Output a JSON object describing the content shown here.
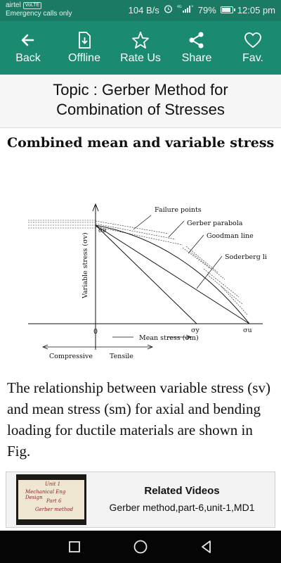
{
  "status_bar": {
    "carrier": "airtel",
    "volte": "VoLTE",
    "emergency": "Emergency calls only",
    "speed": "104 B/s",
    "signal_label": "4G",
    "battery": "79%",
    "battery_level": 0.79,
    "time": "12:05 pm"
  },
  "toolbar": {
    "items": [
      {
        "label": "Back",
        "icon": "arrow-left-icon"
      },
      {
        "label": "Offline",
        "icon": "download-file-icon"
      },
      {
        "label": "Rate Us",
        "icon": "star-icon"
      },
      {
        "label": "Share",
        "icon": "share-icon"
      },
      {
        "label": "Fav.",
        "icon": "heart-icon"
      }
    ]
  },
  "topic": {
    "line1": "Topic : Gerber Method for",
    "line2": "Combination of Stresses"
  },
  "section_title": "Combined mean and variable stress",
  "figure": {
    "labels": {
      "failure_points": "Failure points",
      "gerber": "Gerber parabola",
      "goodman": "Goodman line",
      "soderberg": "Soderberg line",
      "y_axis": "Variable stress (σv)",
      "x_axis": "Mean stress (σm)",
      "origin": "0",
      "sigma_e": "σe",
      "sigma_y": "σy",
      "sigma_u": "σu",
      "compressive": "Compressive",
      "tensile": "Tensile"
    }
  },
  "body_text": "The relationship between variable stress (sv) and mean stress (sm) for axial and bending loading for ductile materials are shown in Fig.",
  "related": {
    "title": "Related Videos",
    "subtitle": "Gerber method,part-6,unit-1,MD1",
    "thumb_lines": [
      "Unit 1",
      "Mechanical Eng Design",
      "Part 6",
      "Gerber method"
    ]
  },
  "navbar": {
    "icons": [
      "recent-apps-icon",
      "home-icon",
      "back-triangle-icon"
    ]
  },
  "colors": {
    "status_bar": "#1a7a63",
    "toolbar": "#1a8a70"
  }
}
